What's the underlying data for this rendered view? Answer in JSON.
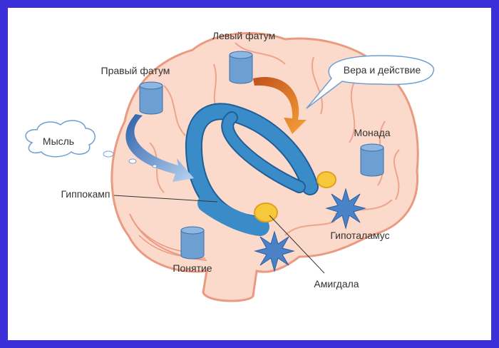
{
  "labels": {
    "left_fate": "Левый фатум",
    "right_fate": "Правый фатум",
    "faith_action": "Вера и действие",
    "thought": "Мысль",
    "monad": "Монада",
    "hippocampus": "Гиппокамп",
    "hypothalamus": "Гипоталамус",
    "concept": "Понятие",
    "amygdala": "Амигдала"
  },
  "colors": {
    "border": "#3a2fd8",
    "brain_fill": "#fbd9cb",
    "brain_stroke": "#e99a80",
    "hippocampus": "#3a8cc8",
    "cylinder": "#6d9fd2",
    "accent_yellow": "#f7c93a",
    "orange_arrow": "#e8731a"
  }
}
